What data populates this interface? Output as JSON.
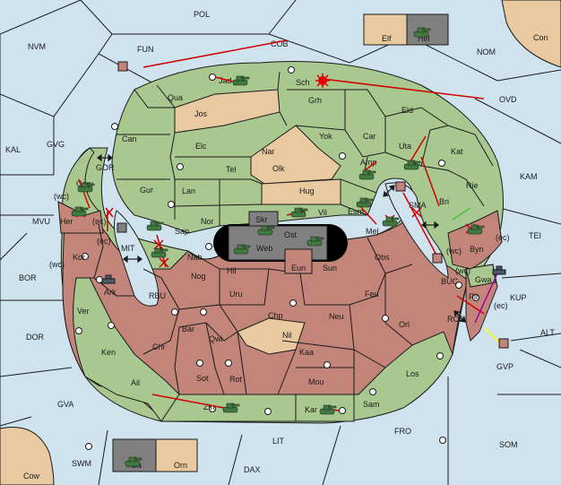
{
  "colors": {
    "sea": "#cfe3ef",
    "neutral_land": "#e8c9a0",
    "green_land": "#a9c88f",
    "red_land": "#c3857a",
    "dark_land": "#808080",
    "black_island": "#000000",
    "order_line": "#d00000",
    "support_line": "#a000a0",
    "convoy_line": "#ffff00"
  },
  "map": {
    "outer_seas": [
      "POL",
      "NVM",
      "FUN",
      "COB",
      "NOM",
      "OVD",
      "KAL",
      "GVG",
      "GOR",
      "KAM",
      "MVU",
      "BOR",
      "MIT",
      "RBU",
      "TEI",
      "KUP",
      "DOR",
      "BUC",
      "ROD",
      "ALT",
      "GVA",
      "GVP",
      "LIT",
      "FRO",
      "SOM",
      "SWM",
      "DAX"
    ],
    "corner_land": [
      "Con",
      "Cow"
    ],
    "land_neutral": [
      "Jos",
      "Nar",
      "Olk",
      "Hug",
      "Nil",
      "Elf",
      "Orn"
    ],
    "land_green": [
      "Jad",
      "Sch",
      "Qua",
      "Grh",
      "Can",
      "Elc",
      "Tel",
      "Yok",
      "Car",
      "Eld",
      "Uta",
      "Kat",
      "Gur",
      "Lan",
      "Amp",
      "Rie",
      "Bri",
      "Gaw",
      "Her",
      "Nor",
      "Sap",
      "Vil",
      "Esm",
      "SMA",
      "Ver",
      "Ken",
      "Ail",
      "Zin",
      "Kar",
      "Gwa",
      "Pir"
    ],
    "land_red": [
      "Kor",
      "Ark",
      "Nab",
      "Nog",
      "Hil",
      "Eun",
      "Sun",
      "Mel",
      "Obs",
      "Byn",
      "Uru",
      "Feu",
      "Chp",
      "Neu",
      "Orl",
      "Bar",
      "Qwi",
      "Sot",
      "Rot",
      "Kaa",
      "Mou",
      "Los",
      "Sam",
      "Chr"
    ],
    "land_dark": [
      "Skr",
      "Ost",
      "Web",
      "Hel",
      "Aba"
    ],
    "coast_tags": [
      "(wc)",
      "(ec)",
      "(wc)",
      "(ec)",
      "(wc)",
      "(ec)",
      "(wc)",
      "(ec)"
    ]
  },
  "units": [
    {
      "id": "army-jad",
      "type": "army",
      "icon": "tank-icon"
    },
    {
      "id": "army-hel",
      "type": "army",
      "icon": "tank-icon"
    },
    {
      "id": "army-aba",
      "type": "army",
      "icon": "tank-icon"
    },
    {
      "id": "army-uta",
      "type": "army",
      "icon": "tank-icon"
    },
    {
      "id": "army-amp",
      "type": "army",
      "icon": "tank-icon"
    },
    {
      "id": "army-vil",
      "type": "army",
      "icon": "tank-icon"
    },
    {
      "id": "army-esm",
      "type": "army",
      "icon": "tank-icon"
    },
    {
      "id": "army-skr",
      "type": "army",
      "icon": "tank-icon"
    },
    {
      "id": "army-ost",
      "type": "army",
      "icon": "tank-icon"
    },
    {
      "id": "army-web",
      "type": "army",
      "icon": "tank-icon"
    },
    {
      "id": "army-sap",
      "type": "army",
      "icon": "tank-icon"
    },
    {
      "id": "army-her",
      "type": "army",
      "icon": "tank-icon"
    },
    {
      "id": "army-gaw",
      "type": "army",
      "icon": "tank-icon"
    },
    {
      "id": "army-bri",
      "type": "army",
      "icon": "tank-icon"
    },
    {
      "id": "army-mel",
      "type": "army",
      "icon": "tank-icon"
    },
    {
      "id": "army-zin",
      "type": "army",
      "icon": "tank-icon"
    },
    {
      "id": "army-kar",
      "type": "army",
      "icon": "tank-icon"
    },
    {
      "id": "fleet-ark",
      "type": "fleet",
      "icon": "ship-icon"
    },
    {
      "id": "fleet-gwa",
      "type": "fleet",
      "icon": "ship-icon"
    },
    {
      "id": "fleet-mit",
      "type": "fleet",
      "icon": "ship-icon"
    },
    {
      "id": "fleet-sma",
      "type": "fleet",
      "icon": "ship-icon"
    },
    {
      "id": "fleet-fun",
      "type": "fleet",
      "icon": "ship-icon"
    },
    {
      "id": "fleet-gvp",
      "type": "fleet",
      "icon": "ship-icon"
    }
  ]
}
